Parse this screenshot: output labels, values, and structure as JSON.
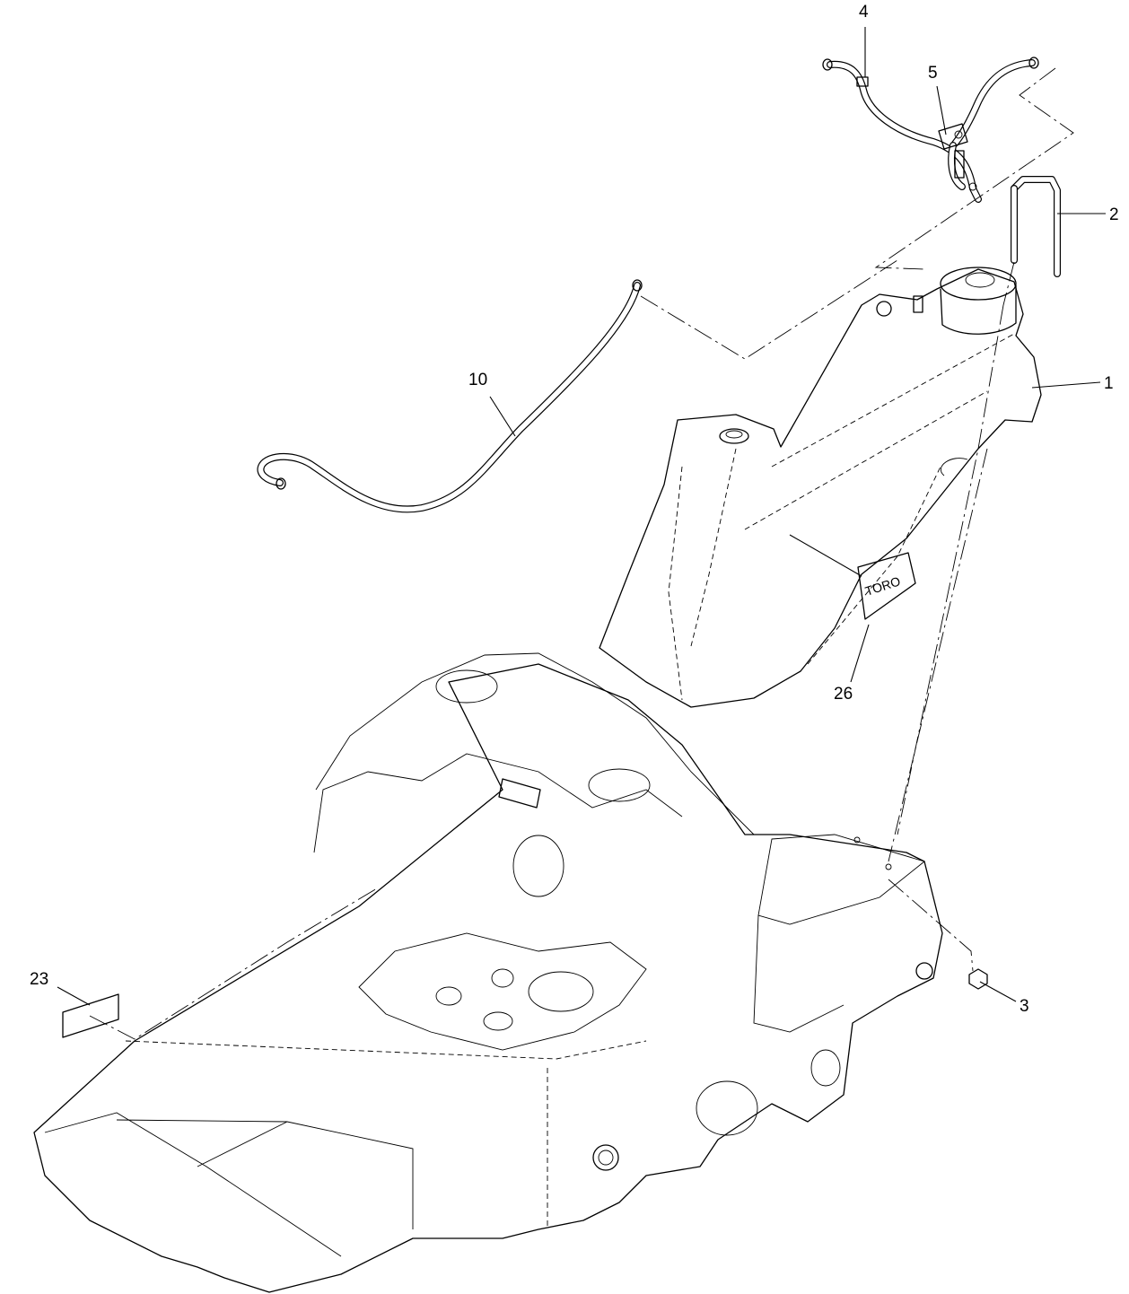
{
  "callouts": [
    {
      "id": "c4",
      "label": "4"
    },
    {
      "id": "c5",
      "label": "5"
    },
    {
      "id": "c2",
      "label": "2"
    },
    {
      "id": "c1",
      "label": "1"
    },
    {
      "id": "c10",
      "label": "10"
    },
    {
      "id": "c26",
      "label": "26"
    },
    {
      "id": "c3",
      "label": "3"
    },
    {
      "id": "c23",
      "label": "23"
    }
  ]
}
